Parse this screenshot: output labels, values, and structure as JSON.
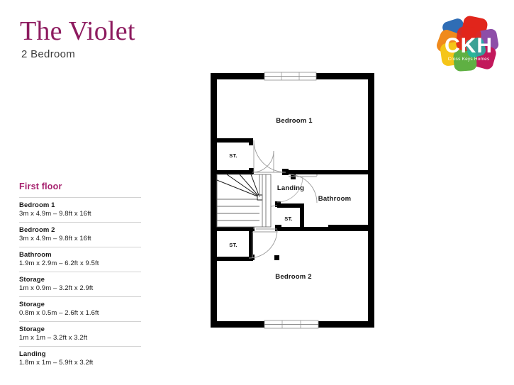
{
  "header": {
    "title": "The Violet",
    "subtitle": "2 Bedroom"
  },
  "logo": {
    "mark": "ckh-petals-icon",
    "initials": "CKH",
    "wordmark": "Cross Keys Homes",
    "colors": {
      "red": "#e1251b",
      "orange": "#f08a1c",
      "yellow": "#f5c518",
      "green": "#5fb043",
      "teal": "#1fb5a8",
      "blue": "#2f6db5",
      "purple": "#8d4ea8",
      "magenta": "#c2185b"
    }
  },
  "schedule": {
    "heading": "First floor",
    "rows": [
      {
        "name": "Bedroom 1",
        "dims": "3m x 4.9m – 9.8ft x 16ft"
      },
      {
        "name": "Bedroom 2",
        "dims": "3m x 4.9m – 9.8ft x 16ft"
      },
      {
        "name": "Bathroom",
        "dims": "1.9m x 2.9m – 6.2ft x 9.5ft"
      },
      {
        "name": "Storage",
        "dims": "1m x 0.9m – 3.2ft x 2.9ft"
      },
      {
        "name": "Storage",
        "dims": "0.8m x 0.5m – 2.6ft x 1.6ft"
      },
      {
        "name": "Storage",
        "dims": "1m x 1m – 3.2ft x 3.2ft"
      },
      {
        "name": "Landing",
        "dims": "1.8m x 1m – 5.9ft x 3.2ft"
      }
    ]
  },
  "floorplan": {
    "labels": {
      "bedroom1": "Bedroom 1",
      "bedroom2": "Bedroom 2",
      "bathroom": "Bathroom",
      "landing": "Landing",
      "storage_upper": "ST.",
      "storage_mid": "ST.",
      "storage_lower": "ST."
    },
    "colors": {
      "wall": "#000000",
      "door_arc": "#9a9a9a",
      "window": "#b4b4b4",
      "stair": "#6e6e6e"
    }
  },
  "theme": {
    "title_color": "#8d1b5f",
    "heading_color": "#a6216e",
    "text_color": "#1a1a1a",
    "rule_color": "#d2d2d2",
    "background": "#ffffff"
  }
}
